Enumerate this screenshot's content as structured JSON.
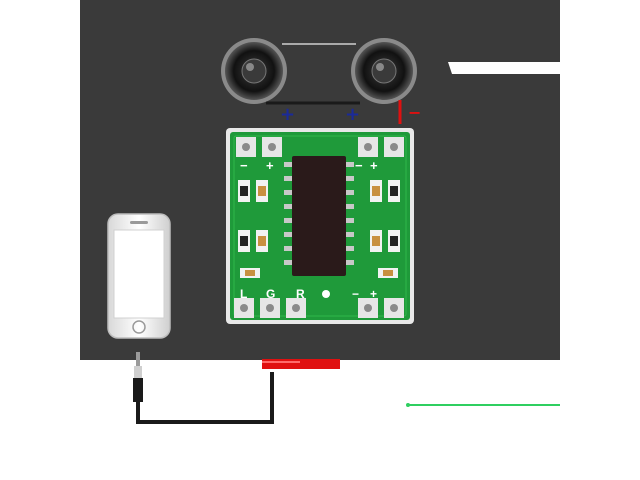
{
  "scene": {
    "colors": {
      "panel": "#3a3a3a",
      "pcb": "#1f9a3a",
      "chip": "#2a1a1a",
      "wire_red": "#e01010",
      "wire_black": "#1a1a1a",
      "wire_blue": "#1a2a9a",
      "wire_green": "#2fcf60",
      "pad": "#d0d0d0"
    },
    "components": [
      "speaker-left",
      "speaker-right",
      "amplifier-board",
      "smartphone",
      "audio-jack-cable"
    ]
  },
  "markings": {
    "speaker_left_polarity": "+",
    "speaker_right_polarity": "+",
    "speaker_right_negative": "−",
    "board_plus_left": "+",
    "board_minus_left": "−",
    "board_minus_right": "−",
    "board_plus_right": "+",
    "pin_l": "L",
    "pin_g": "G",
    "pin_r": "R",
    "pin_minus": "−",
    "pin_plus": "+"
  }
}
